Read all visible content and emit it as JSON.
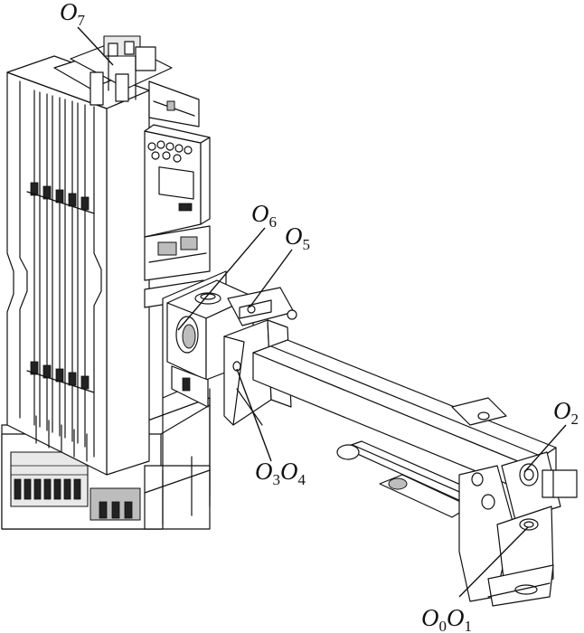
{
  "labels": {
    "o7": {
      "main": "O",
      "sub": "7"
    },
    "o6": {
      "main": "O",
      "sub": "6"
    },
    "o5": {
      "main": "O",
      "sub": "5"
    },
    "o3o4": {
      "main1": "O",
      "sub1": "3",
      "main2": "O",
      "sub2": "4"
    },
    "o2": {
      "main": "O",
      "sub": "2"
    },
    "o0o1": {
      "main1": "O",
      "sub1": "0",
      "main2": "O",
      "sub2": "1"
    }
  }
}
